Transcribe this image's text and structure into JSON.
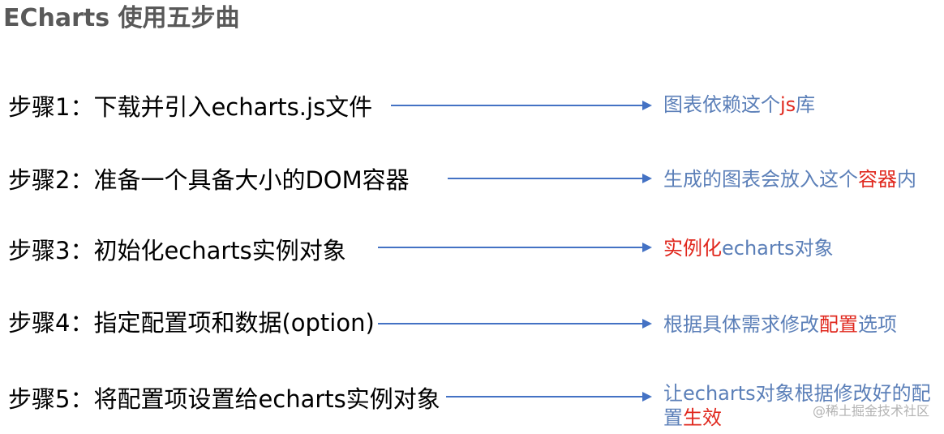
{
  "title": "ECharts 使用五步曲",
  "steps": [
    {
      "label": "步骤1：下载并引入echarts.js文件",
      "note": [
        {
          "text": "图表依赖这个",
          "red": false
        },
        {
          "text": "js",
          "red": true
        },
        {
          "text": "库",
          "red": false
        }
      ]
    },
    {
      "label": "步骤2：准备一个具备大小的DOM容器",
      "note": [
        {
          "text": "生成的图表会放入这个",
          "red": false
        },
        {
          "text": "容器",
          "red": true
        },
        {
          "text": "内",
          "red": false
        }
      ]
    },
    {
      "label": "步骤3：初始化echarts实例对象",
      "note": [
        {
          "text": "实例化",
          "red": true
        },
        {
          "text": "echarts对象",
          "red": false
        }
      ]
    },
    {
      "label": "步骤4：指定配置项和数据(option)",
      "note": [
        {
          "text": "根据具体需求修改",
          "red": false
        },
        {
          "text": "配置",
          "red": true
        },
        {
          "text": "选项",
          "red": false
        }
      ]
    },
    {
      "label": "步骤5：将配置项设置给echarts实例对象",
      "note": [
        {
          "text": "让echarts对象根据修改好的配置",
          "red": false
        },
        {
          "text": "生效",
          "red": true
        }
      ]
    }
  ],
  "watermark": "@稀土掘金技术社区",
  "colors": {
    "title": "#595959",
    "step_text": "#000000",
    "arrow": "#4472c4",
    "note_text": "#5b7fb8",
    "highlight": "#e0281e"
  }
}
